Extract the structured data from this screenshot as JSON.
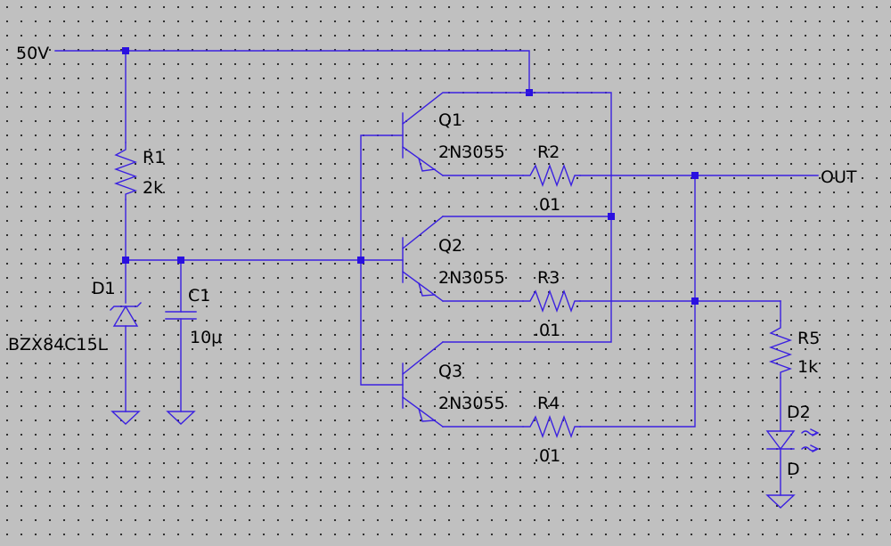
{
  "nets": {
    "supply": "50V",
    "output": "OUT"
  },
  "components": {
    "r1": {
      "ref": "R1",
      "value": "2k"
    },
    "d1": {
      "ref": "D1",
      "value": "BZX84C15L"
    },
    "c1": {
      "ref": "C1",
      "value": "10μ"
    },
    "q1": {
      "ref": "Q1",
      "value": "2N3055"
    },
    "q2": {
      "ref": "Q2",
      "value": "2N3055"
    },
    "q3": {
      "ref": "Q3",
      "value": "2N3055"
    },
    "r2": {
      "ref": "R2",
      "value": ".01"
    },
    "r3": {
      "ref": "R3",
      "value": ".01"
    },
    "r4": {
      "ref": "R4",
      "value": ".01"
    },
    "r5": {
      "ref": "R5",
      "value": "1k"
    },
    "d2": {
      "ref": "D2",
      "value": "D"
    }
  },
  "colors": {
    "wire": "#3a20e0",
    "junction": "#2a10e0",
    "background": "#c0c0c0",
    "text": "#000000"
  }
}
